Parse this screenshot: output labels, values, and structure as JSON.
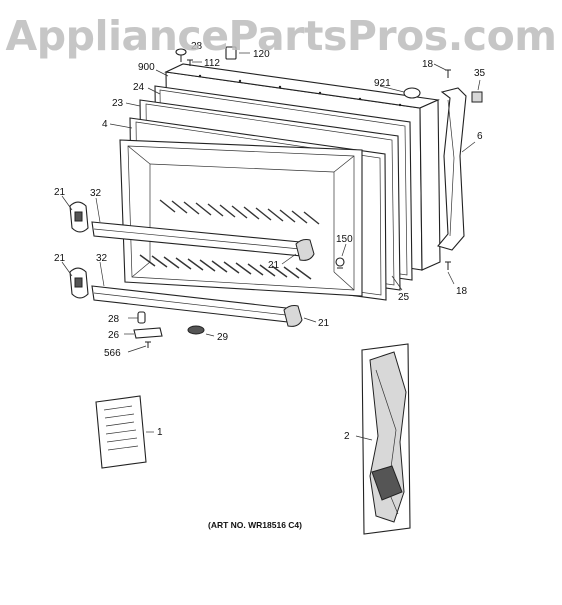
{
  "watermark": "AppliancePartsPros.com",
  "art_note": "(ART NO. WR18516 C4)",
  "callouts": {
    "c28a": "28",
    "c120": "120",
    "c112": "112",
    "c900": "900",
    "c24": "24",
    "c921": "921",
    "c18a": "18",
    "c35": "35",
    "c23": "23",
    "c4": "4",
    "c6": "6",
    "c21a": "21",
    "c32a": "32",
    "c150": "150",
    "c21b": "21",
    "c25": "25",
    "c18b": "18",
    "c21c": "21",
    "c32b": "32",
    "c28b": "28",
    "c21d": "21",
    "c26": "26",
    "c29": "29",
    "c566": "566",
    "c1": "1",
    "c2": "2"
  }
}
